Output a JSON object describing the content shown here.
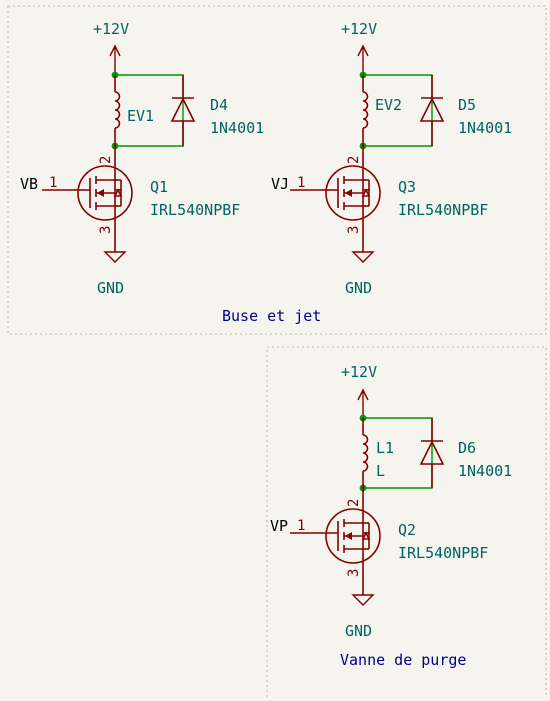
{
  "colors": {
    "background": "#f5f4ef",
    "wire": "#009600",
    "symbol": "#840000",
    "value_text": "#006464",
    "note_text": "#000084"
  },
  "groups": [
    {
      "label": "Buse et jet",
      "channels": [
        {
          "supply": "+12V",
          "ground": "GND",
          "input_net": "VB",
          "gate_pin": "1",
          "drain_pin": "2",
          "source_pin": "3",
          "coil_ref": "EV1",
          "coil_value": "",
          "diode_ref": "D4",
          "diode_value": "1N4001",
          "transistor_ref": "Q1",
          "transistor_value": "IRL540NPBF"
        },
        {
          "supply": "+12V",
          "ground": "GND",
          "input_net": "VJ",
          "gate_pin": "1",
          "drain_pin": "2",
          "source_pin": "3",
          "coil_ref": "EV2",
          "coil_value": "",
          "diode_ref": "D5",
          "diode_value": "1N4001",
          "transistor_ref": "Q3",
          "transistor_value": "IRL540NPBF"
        }
      ]
    },
    {
      "label": "Vanne de purge",
      "channels": [
        {
          "supply": "+12V",
          "ground": "GND",
          "input_net": "VP",
          "gate_pin": "1",
          "drain_pin": "2",
          "source_pin": "3",
          "coil_ref": "L1",
          "coil_value": "L",
          "diode_ref": "D6",
          "diode_value": "1N4001",
          "transistor_ref": "Q2",
          "transistor_value": "IRL540NPBF"
        }
      ]
    }
  ],
  "icons": {
    "power": "power-flag-arrow-icon",
    "ground": "ground-symbol-icon",
    "coil": "inductor-coil-icon",
    "diode": "diode-icon",
    "mosfet": "n-channel-mosfet-icon",
    "junction": "wire-junction-icon"
  }
}
